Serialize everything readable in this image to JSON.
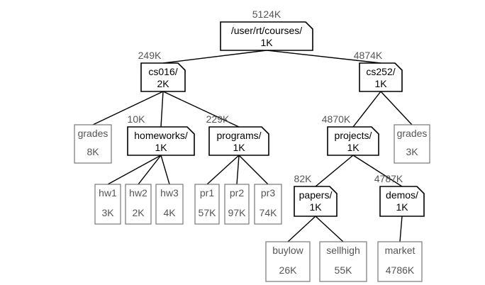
{
  "nodes": [
    {
      "id": "root",
      "kind": "dir",
      "name": "/user/rt/courses/",
      "size": "1K",
      "total": "5124K"
    },
    {
      "id": "cs016",
      "kind": "dir",
      "name": "cs016/",
      "size": "2K",
      "total": "249K"
    },
    {
      "id": "cs252",
      "kind": "dir",
      "name": "cs252/",
      "size": "1K",
      "total": "4874K"
    },
    {
      "id": "grades-cs016",
      "kind": "file",
      "name": "grades",
      "size": "8K"
    },
    {
      "id": "homeworks",
      "kind": "dir",
      "name": "homeworks/",
      "size": "1K",
      "total": "10K"
    },
    {
      "id": "programs",
      "kind": "dir",
      "name": "programs/",
      "size": "1K",
      "total": "229K"
    },
    {
      "id": "projects",
      "kind": "dir",
      "name": "projects/",
      "size": "1K",
      "total": "4870K"
    },
    {
      "id": "grades-cs252",
      "kind": "file",
      "name": "grades",
      "size": "3K"
    },
    {
      "id": "hw1",
      "kind": "file",
      "name": "hw1",
      "size": "3K"
    },
    {
      "id": "hw2",
      "kind": "file",
      "name": "hw2",
      "size": "2K"
    },
    {
      "id": "hw3",
      "kind": "file",
      "name": "hw3",
      "size": "4K"
    },
    {
      "id": "pr1",
      "kind": "file",
      "name": "pr1",
      "size": "57K"
    },
    {
      "id": "pr2",
      "kind": "file",
      "name": "pr2",
      "size": "97K"
    },
    {
      "id": "pr3",
      "kind": "file",
      "name": "pr3",
      "size": "74K"
    },
    {
      "id": "papers",
      "kind": "dir",
      "name": "papers/",
      "size": "1K",
      "total": "82K"
    },
    {
      "id": "demos",
      "kind": "dir",
      "name": "demos/",
      "size": "1K",
      "total": "4787K"
    },
    {
      "id": "buylow",
      "kind": "file",
      "name": "buylow",
      "size": "26K"
    },
    {
      "id": "sellhigh",
      "kind": "file",
      "name": "sellhigh",
      "size": "55K"
    },
    {
      "id": "market",
      "kind": "file",
      "name": "market",
      "size": "4786K"
    }
  ],
  "edges": [
    [
      "root",
      "cs016"
    ],
    [
      "root",
      "cs252"
    ],
    [
      "cs016",
      "grades-cs016"
    ],
    [
      "cs016",
      "homeworks"
    ],
    [
      "cs016",
      "programs"
    ],
    [
      "cs252",
      "projects"
    ],
    [
      "cs252",
      "grades-cs252"
    ],
    [
      "homeworks",
      "hw1"
    ],
    [
      "homeworks",
      "hw2"
    ],
    [
      "homeworks",
      "hw3"
    ],
    [
      "programs",
      "pr1"
    ],
    [
      "programs",
      "pr2"
    ],
    [
      "programs",
      "pr3"
    ],
    [
      "projects",
      "papers"
    ],
    [
      "projects",
      "demos"
    ],
    [
      "papers",
      "buylow"
    ],
    [
      "papers",
      "sellhigh"
    ],
    [
      "demos",
      "market"
    ]
  ]
}
